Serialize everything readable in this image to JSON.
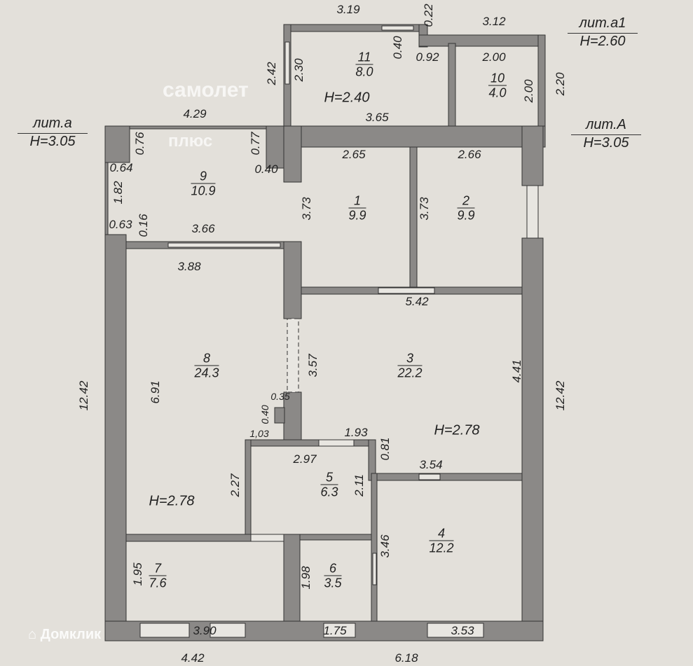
{
  "watermarks": {
    "top": "самолет",
    "top2": "плюс",
    "bottom": "Домклик"
  },
  "litera": [
    {
      "name": "лит.а1",
      "height": "H=2.60"
    },
    {
      "name": "лит.А",
      "height": "H=3.05"
    },
    {
      "name": "лит.а",
      "height": "H=3.05"
    }
  ],
  "rooms": [
    {
      "number": "11",
      "area": "8.0"
    },
    {
      "number": "10",
      "area": "4.0"
    },
    {
      "number": "9",
      "area": "10.9"
    },
    {
      "number": "1",
      "area": "9.9"
    },
    {
      "number": "2",
      "area": "9.9"
    },
    {
      "number": "8",
      "area": "24.3"
    },
    {
      "number": "3",
      "area": "22.2"
    },
    {
      "number": "5",
      "area": "6.3"
    },
    {
      "number": "4",
      "area": "12.2"
    },
    {
      "number": "7",
      "area": "7.6"
    },
    {
      "number": "6",
      "area": "3.5"
    }
  ],
  "heights": [
    "H=2.40",
    "H=2.78",
    "H=2.78"
  ],
  "dims_h": [
    "3.19",
    "3.12",
    "0.92",
    "2.00",
    "3.65",
    "4.29",
    "2.65",
    "2.66",
    "0.64",
    "0.40",
    "0.63",
    "3.66",
    "3.88",
    "5.42",
    "0.35",
    "1,03",
    "1.93",
    "2.97",
    "3.54",
    "3.90",
    "1.75",
    "3.53",
    "4.42",
    "6.18"
  ],
  "dims_v": [
    "0.22",
    "0.40",
    "2.42",
    "2.30",
    "2.00",
    "2.20",
    "0.76",
    "0.77",
    "1.82",
    "0.16",
    "3.73",
    "3.73",
    "12.42",
    "6.91",
    "3.57",
    "4.41",
    "12.42",
    "0.40",
    "2.27",
    "0.81",
    "2.11",
    "3.46",
    "1.95",
    "1.98"
  ]
}
